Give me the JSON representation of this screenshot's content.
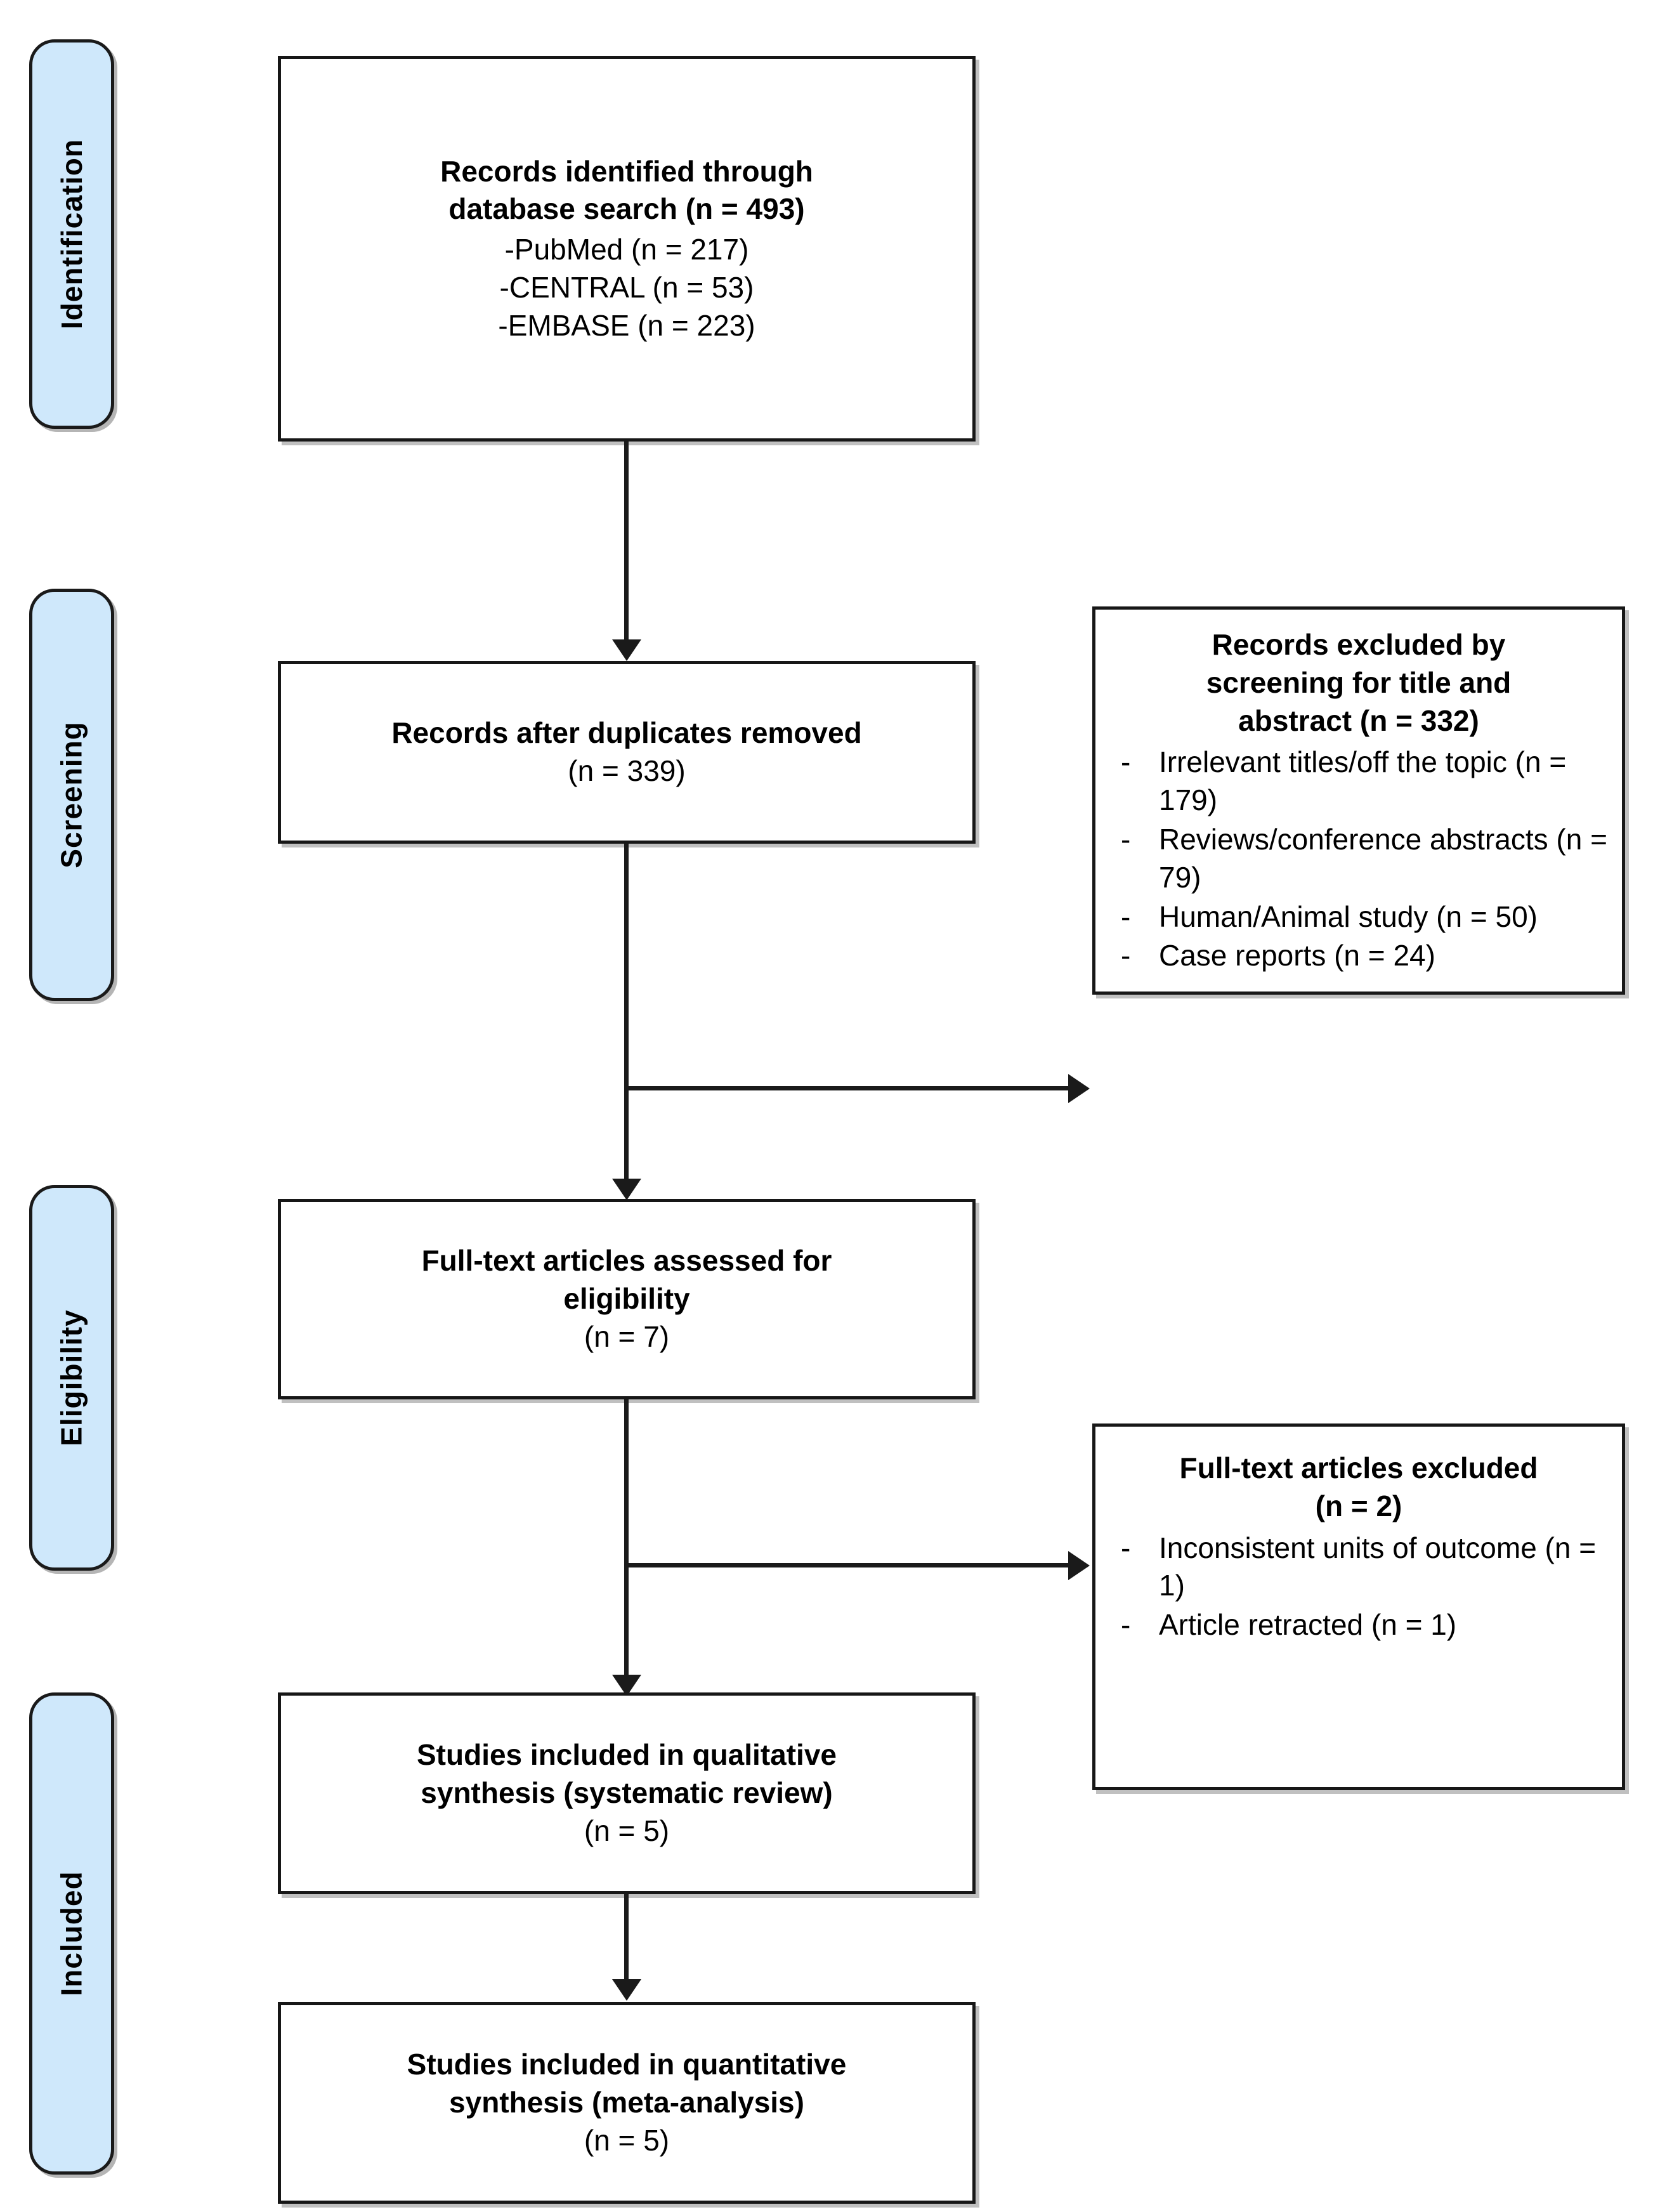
{
  "diagram": {
    "title": "PRISMA flow diagram",
    "colors": {
      "stage_tab_fill": "#cfe8fb",
      "stage_tab_border": "#1a1a1a",
      "box_border": "#171717",
      "box_fill": "#ffffff",
      "connector": "#1a1a1a",
      "shadow": "#8c8c8c"
    }
  },
  "stages": [
    {
      "id": "identification",
      "label": "Identification"
    },
    {
      "id": "screening",
      "label": "Screening"
    },
    {
      "id": "eligibility",
      "label": "Eligibility"
    },
    {
      "id": "included",
      "label": "Included"
    }
  ],
  "boxes": {
    "identification": {
      "heading_line1": "Records identified through",
      "heading_line2": "database search (n = 493)",
      "sources": [
        "-PubMed (n = 217)",
        "-CENTRAL (n = 53)",
        "-EMBASE (n = 223)"
      ]
    },
    "after_duplicates": {
      "heading": "Records after duplicates removed",
      "count": "(n = 339)"
    },
    "records_excluded": {
      "heading_line1": "Records excluded by",
      "heading_line2": "screening for title and",
      "heading_line3": "abstract (n = 332)",
      "reasons": [
        "Irrelevant titles/off the topic (n = 179)",
        "Reviews/conference abstracts (n = 79)",
        "Human/Animal study (n = 50)",
        "Case reports (n = 24)"
      ],
      "bullet_glyph": "-"
    },
    "full_text_assessed": {
      "heading_line1": "Full-text articles assessed for",
      "heading_line2": "eligibility",
      "count": "(n = 7)"
    },
    "full_text_excluded": {
      "heading_line1": "Full-text articles excluded",
      "heading_line2": "(n = 2)",
      "reasons": [
        "Inconsistent units of outcome (n = 1)",
        "Article retracted (n = 1)"
      ],
      "bullet_glyph": "-"
    },
    "qualitative": {
      "heading_line1": "Studies included in qualitative",
      "heading_line2": "synthesis (systematic review)",
      "count": "(n = 5)"
    },
    "quantitative": {
      "heading_line1": "Studies included in quantitative",
      "heading_line2": "synthesis (meta-analysis)",
      "count": "(n = 5)"
    }
  },
  "chart_data": {
    "type": "diagram",
    "title": "PRISMA flow diagram",
    "nodes": [
      {
        "id": "identification",
        "stage": "Identification",
        "label": "Records identified through database search",
        "n": 493,
        "breakdown": [
          {
            "source": "PubMed",
            "n": 217
          },
          {
            "source": "CENTRAL",
            "n": 53
          },
          {
            "source": "EMBASE",
            "n": 223
          }
        ]
      },
      {
        "id": "after_duplicates",
        "stage": "Screening",
        "label": "Records after duplicates removed",
        "n": 339
      },
      {
        "id": "records_excluded",
        "stage": "Screening",
        "label": "Records excluded by screening for title and abstract",
        "n": 332,
        "breakdown": [
          {
            "reason": "Irrelevant titles/off the topic",
            "n": 179
          },
          {
            "reason": "Reviews/conference abstracts",
            "n": 79
          },
          {
            "reason": "Human/Animal study",
            "n": 50
          },
          {
            "reason": "Case reports",
            "n": 24
          }
        ]
      },
      {
        "id": "full_text_assessed",
        "stage": "Eligibility",
        "label": "Full-text articles assessed for eligibility",
        "n": 7
      },
      {
        "id": "full_text_excluded",
        "stage": "Eligibility",
        "label": "Full-text articles excluded",
        "n": 2,
        "breakdown": [
          {
            "reason": "Inconsistent units of outcome",
            "n": 1
          },
          {
            "reason": "Article retracted",
            "n": 1
          }
        ]
      },
      {
        "id": "qualitative",
        "stage": "Included",
        "label": "Studies included in qualitative synthesis (systematic review)",
        "n": 5
      },
      {
        "id": "quantitative",
        "stage": "Included",
        "label": "Studies included in quantitative synthesis (meta-analysis)",
        "n": 5
      }
    ],
    "edges": [
      {
        "from": "identification",
        "to": "after_duplicates",
        "direction": "down"
      },
      {
        "from": "after_duplicates",
        "to": "records_excluded",
        "direction": "right"
      },
      {
        "from": "after_duplicates",
        "to": "full_text_assessed",
        "direction": "down"
      },
      {
        "from": "full_text_assessed",
        "to": "full_text_excluded",
        "direction": "right"
      },
      {
        "from": "full_text_assessed",
        "to": "qualitative",
        "direction": "down"
      },
      {
        "from": "qualitative",
        "to": "quantitative",
        "direction": "down"
      }
    ]
  }
}
